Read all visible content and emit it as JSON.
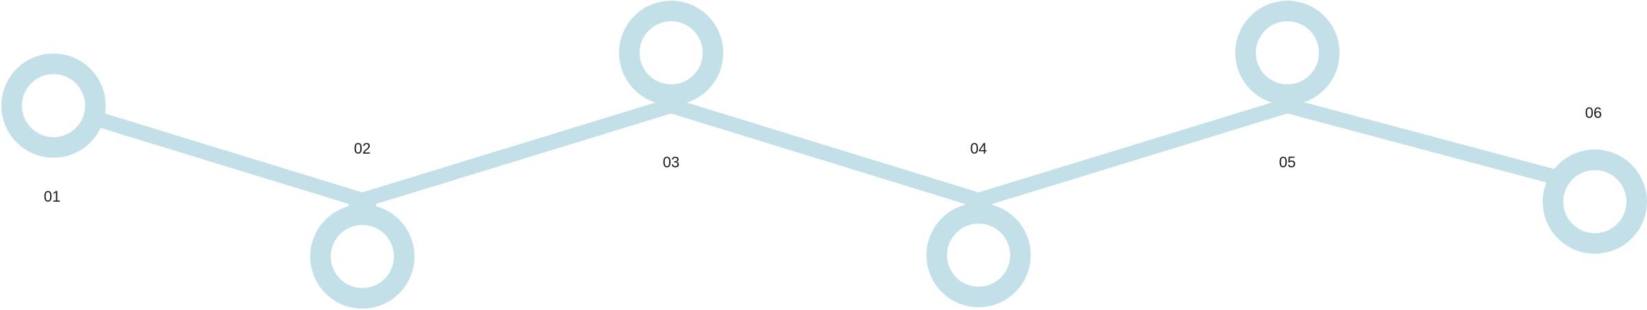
{
  "colors": {
    "track": "#c3e0e9",
    "hole": "#ffffff",
    "label": "#1a1a1a"
  },
  "steps": [
    {
      "label": "01"
    },
    {
      "label": "02"
    },
    {
      "label": "03"
    },
    {
      "label": "04"
    },
    {
      "label": "05"
    },
    {
      "label": "06"
    }
  ]
}
